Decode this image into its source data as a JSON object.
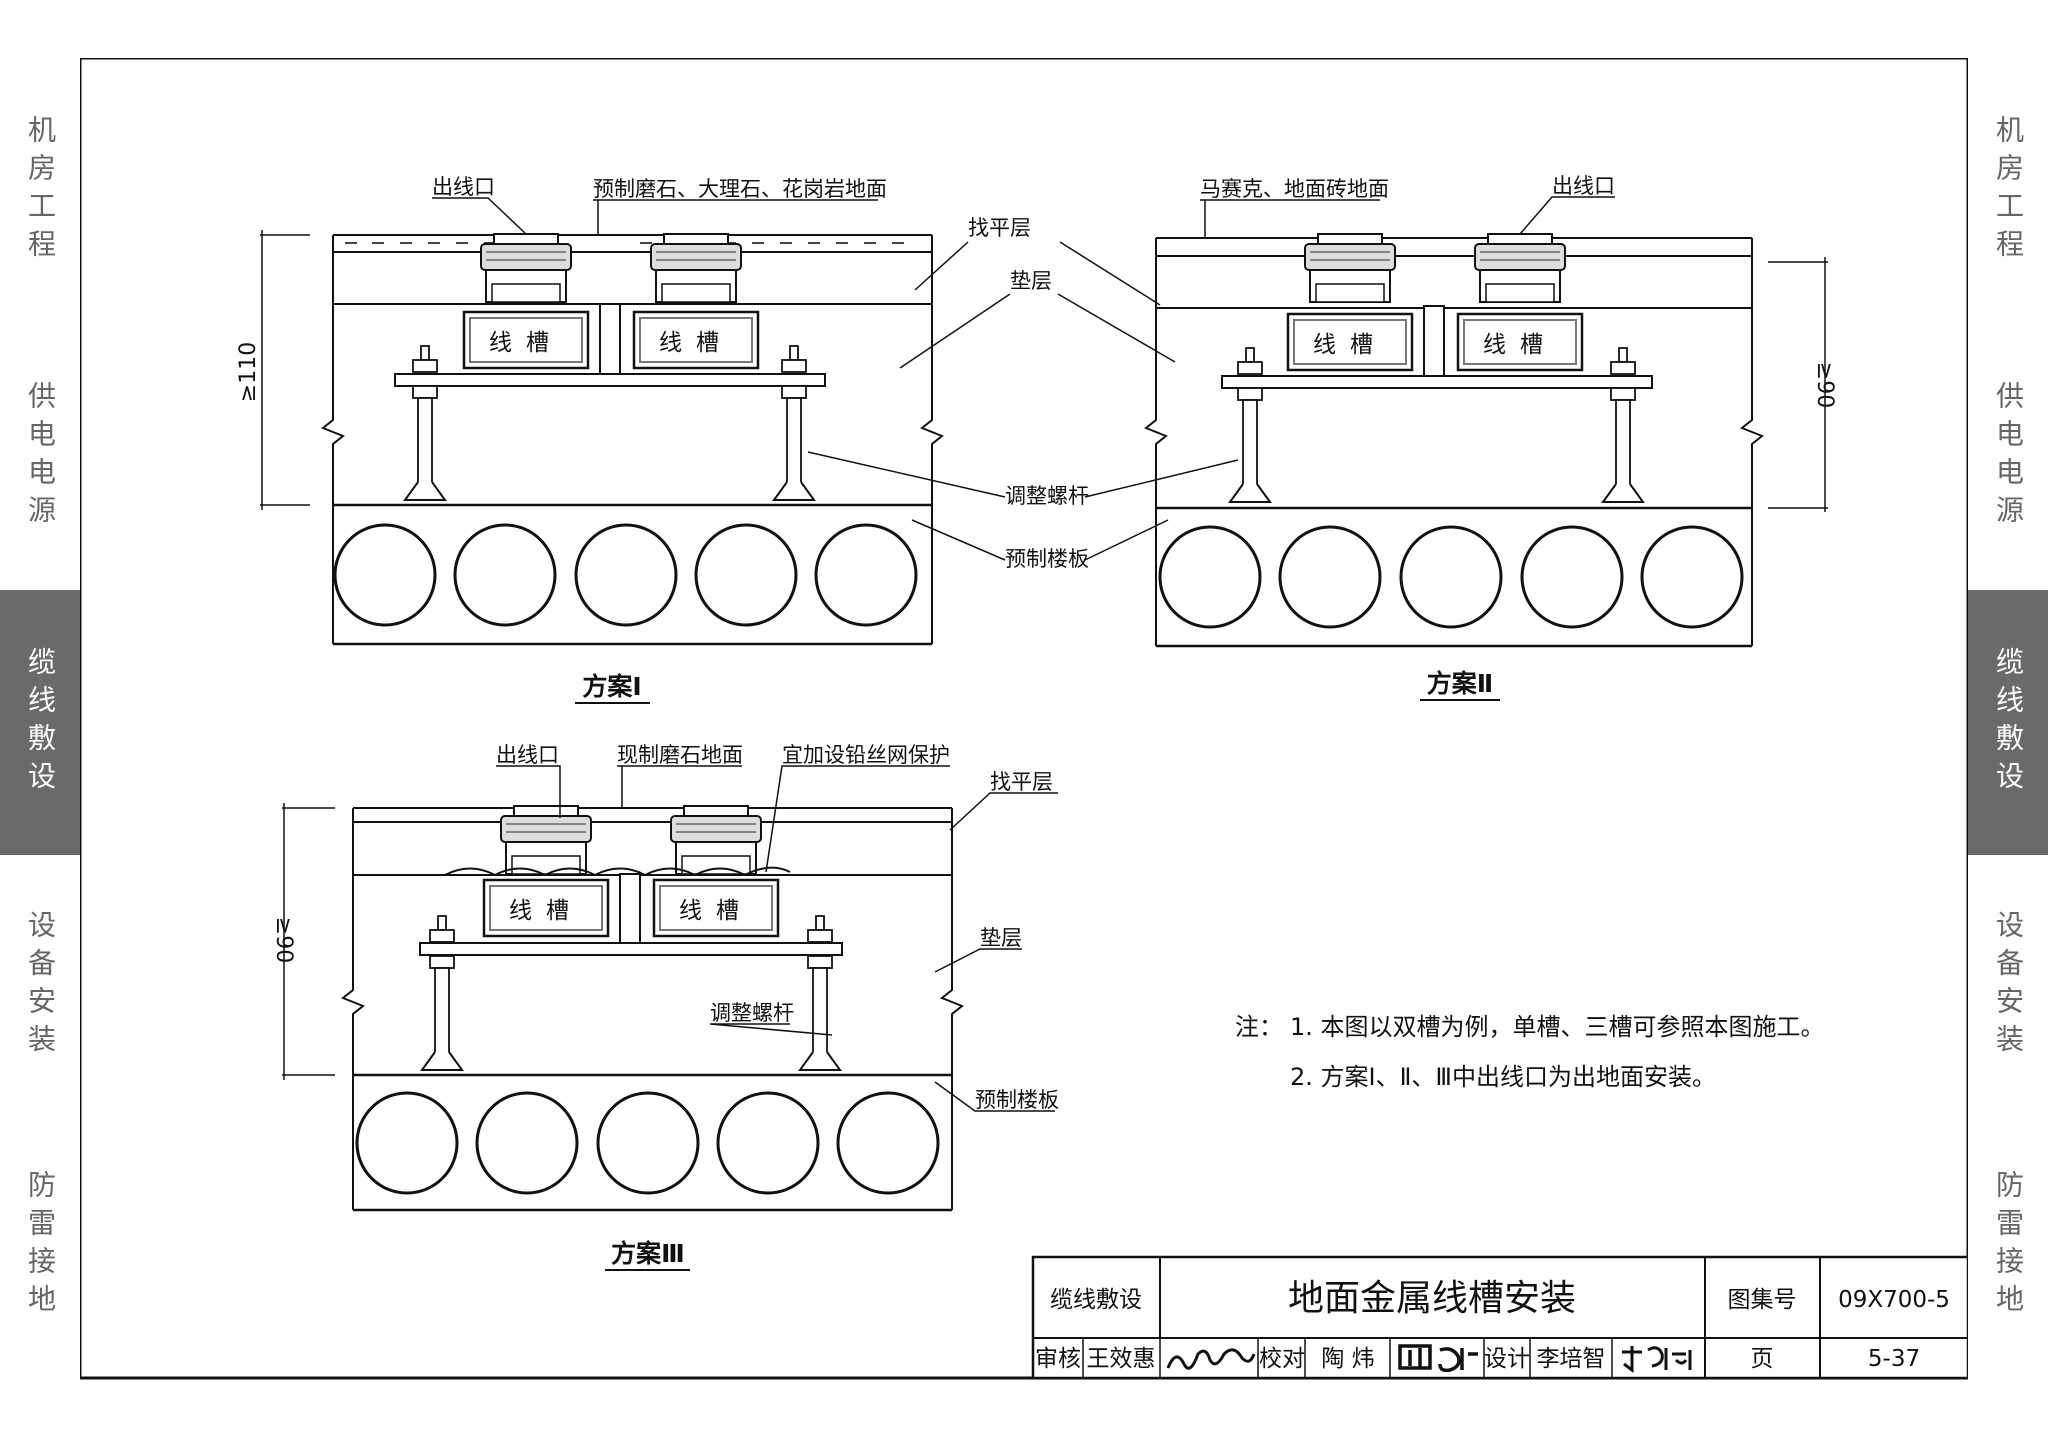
{
  "side_tabs": {
    "items": [
      {
        "label": "机房工程"
      },
      {
        "label": "供电电源"
      },
      {
        "label": "缆线敷设",
        "active": true
      },
      {
        "label": "设备安装"
      },
      {
        "label": "防雷接地"
      }
    ]
  },
  "diagram": {
    "scheme1": {
      "caption": "方案Ⅰ",
      "outlet_label": "出线口",
      "surface_label": "预制磨石、大理石、花岗岩地面",
      "dimension": "≥110",
      "slot_label": "线槽"
    },
    "scheme2": {
      "caption": "方案Ⅱ",
      "outlet_label": "出线口",
      "surface_label": "马赛克、地面砖地面",
      "dimension": "≥90",
      "slot_label": "线槽"
    },
    "shared_labels": {
      "leveling": "找平层",
      "cushion": "垫层",
      "bolt": "调整螺杆",
      "slab": "预制楼板"
    },
    "scheme3": {
      "caption": "方案Ⅲ",
      "outlet_label": "出线口",
      "surface_label": "现制磨石地面",
      "mesh_label": "宜加设铅丝网保护",
      "leveling": "找平层",
      "cushion": "垫层",
      "bolt": "调整螺杆",
      "slab": "预制楼板",
      "dimension": "≥90",
      "slot_label": "线槽"
    },
    "notes": {
      "prefix": "注：",
      "line1": "1.  本图以双槽为例，单槽、三槽可参照本图施工。",
      "line2": "2.  方案Ⅰ、Ⅱ、Ⅲ中出线口为出地面安装。"
    }
  },
  "title_block": {
    "category": "缆线敷设",
    "title": "地面金属线槽安装",
    "atlas_label": "图集号",
    "atlas_no": "09X700-5",
    "review_label": "审核",
    "reviewer": "王效惠",
    "check_label": "校对",
    "checker": "陶  炜",
    "design_label": "设计",
    "designer": "李培智",
    "page_label": "页",
    "page_no": "5-37"
  }
}
